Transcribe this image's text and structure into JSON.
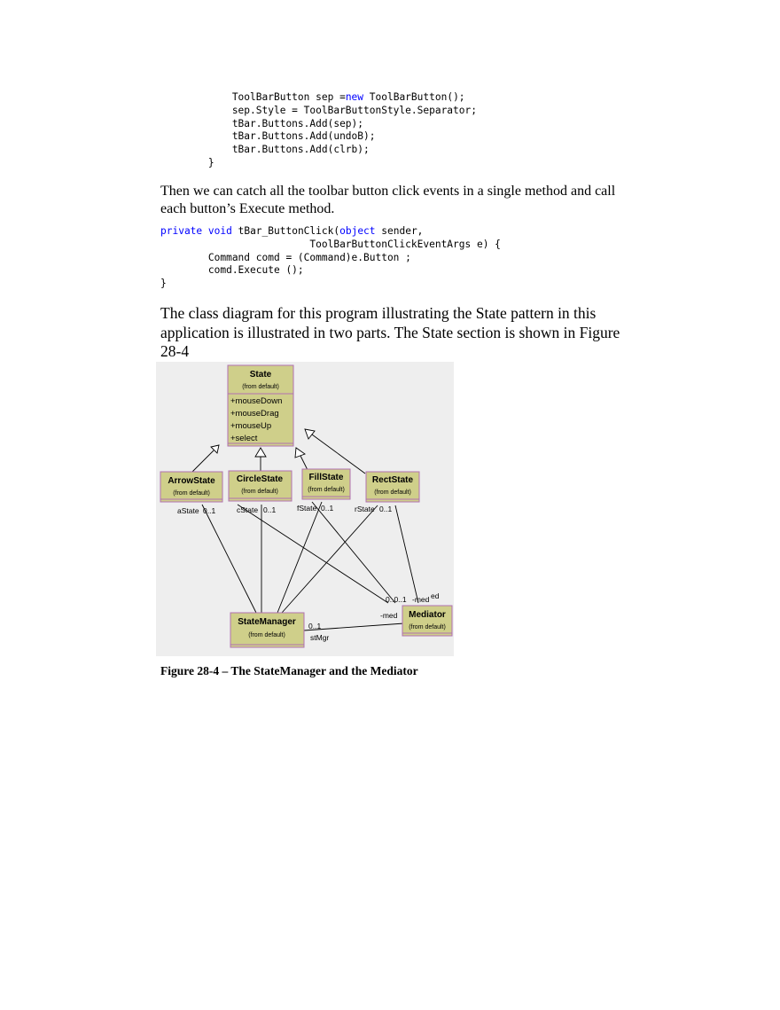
{
  "code_block_1": {
    "lines": [
      {
        "before": "            ToolBarButton sep =",
        "kw": "new",
        "after": " ToolBarButton();"
      },
      {
        "before": "            sep.Style = ToolBarButtonStyle.Separator;",
        "kw": "",
        "after": ""
      },
      {
        "before": "            tBar.Buttons.Add(sep);",
        "kw": "",
        "after": ""
      },
      {
        "before": "            tBar.Buttons.Add(undoB);",
        "kw": "",
        "after": ""
      },
      {
        "before": "            tBar.Buttons.Add(clrb);",
        "kw": "",
        "after": ""
      },
      {
        "before": "        }",
        "kw": "",
        "after": ""
      }
    ]
  },
  "paragraph_1": "Then we can catch all the toolbar button click events in a single method and call each button’s Execute method.",
  "code_block_2": {
    "line1_kw1": "private",
    "line1_sp1": " ",
    "line1_kw2": "void",
    "line1_mid": " tBar_ButtonClick(",
    "line1_kw3": "object",
    "line1_end": " sender,",
    "line2": "                         ToolBarButtonClickEventArgs e) {",
    "line3": "        Command comd = (Command)e.Button ;",
    "line4": "        comd.Execute ();",
    "line5": "}"
  },
  "paragraph_2": "The class diagram for this program illustrating the State pattern in this application is illustrated in two parts. The State section is shown in Figure 28-4",
  "diagram": {
    "colors": {
      "class_fill": "#cfcf8a",
      "class_border": "#b070b0",
      "background": "#eeeeee"
    },
    "state": {
      "name": "State",
      "stereo": "(from default)",
      "ops": [
        "+mouseDown",
        "+mouseDrag",
        "+mouseUp",
        "+select"
      ]
    },
    "arrow_state": {
      "name": "ArrowState",
      "stereo": "(from default)"
    },
    "circle_state": {
      "name": "CircleState",
      "stereo": "(from default)"
    },
    "fill_state": {
      "name": "FillState",
      "stereo": "(from default)"
    },
    "rect_state": {
      "name": "RectState",
      "stereo": "(from default)"
    },
    "state_manager": {
      "name": "StateManager",
      "stereo": "(from default)"
    },
    "mediator": {
      "name": "Mediator",
      "stereo": "(from default)"
    },
    "labels": {
      "a_state": "aState",
      "a_mult": "0..1",
      "c_state": "cState",
      "c_mult": "0..1",
      "f_state": "fState",
      "f_mult": "0..1",
      "r_state": "rState",
      "r_mult": "0..1",
      "med_cluster": "0..0..1",
      "med_role": "-med",
      "med_role2": "ed",
      "med_left": "-med",
      "stmgr_mult": "0..1",
      "stmgr_role": "stMgr"
    }
  },
  "caption": "Figure 28-4 – The StateManager and the Mediator"
}
